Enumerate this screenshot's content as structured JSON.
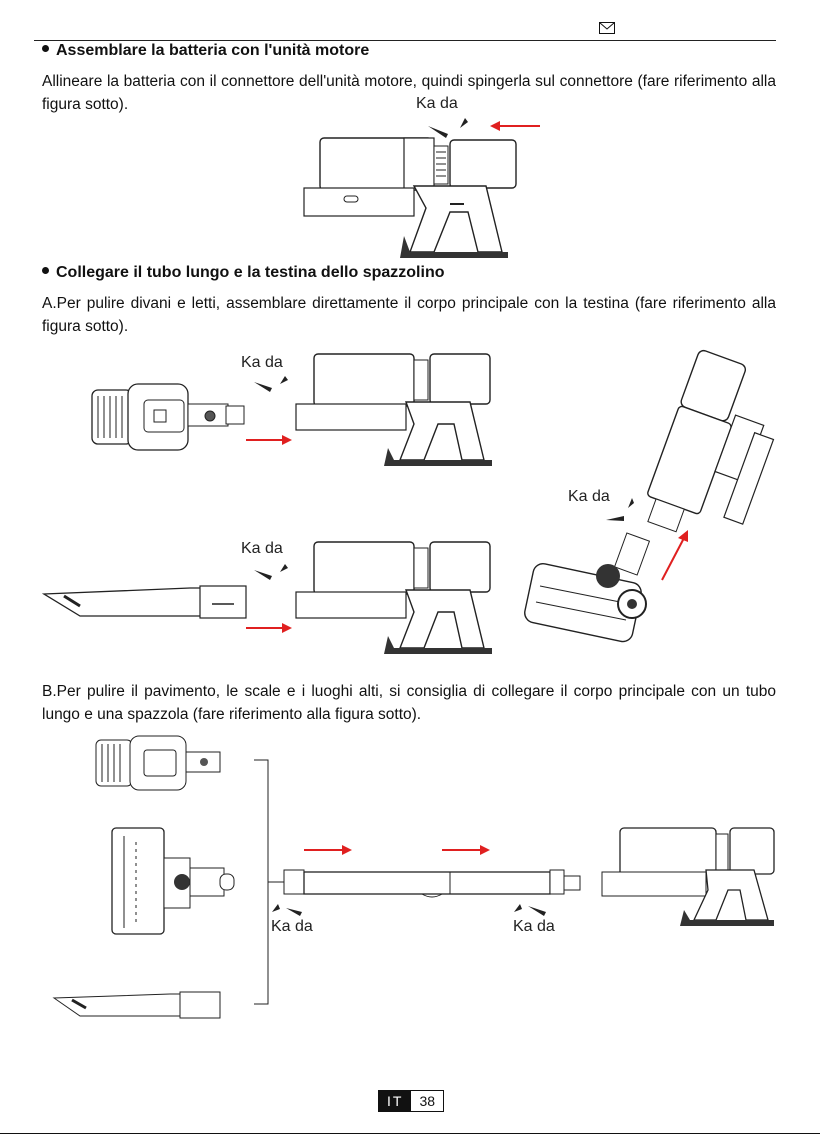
{
  "section1": {
    "heading": "Assemblare la batteria con l'unità motore",
    "body": "Allineare la batteria con il connettore dell'unità motore, quindi spingerla sul connettore (fare riferimento alla figura sotto)."
  },
  "section2": {
    "heading": "Collegare il tubo lungo e la testina dello spazzolino",
    "body": "A.Per pulire divani e letti, assemblare direttamente il corpo principale con la testina (fare riferimento alla figura sotto)."
  },
  "section3": {
    "body": "B.Per pulire il pavimento, le scale e i luoghi alti, si consiglia di collegare il corpo principale con un tubo lungo e una spazzola (fare riferimento alla figura sotto)."
  },
  "click_label": "Ka da",
  "footer": {
    "lang": "IT",
    "page": "38"
  },
  "colors": {
    "arrow": "#e02020",
    "line": "#222222"
  }
}
